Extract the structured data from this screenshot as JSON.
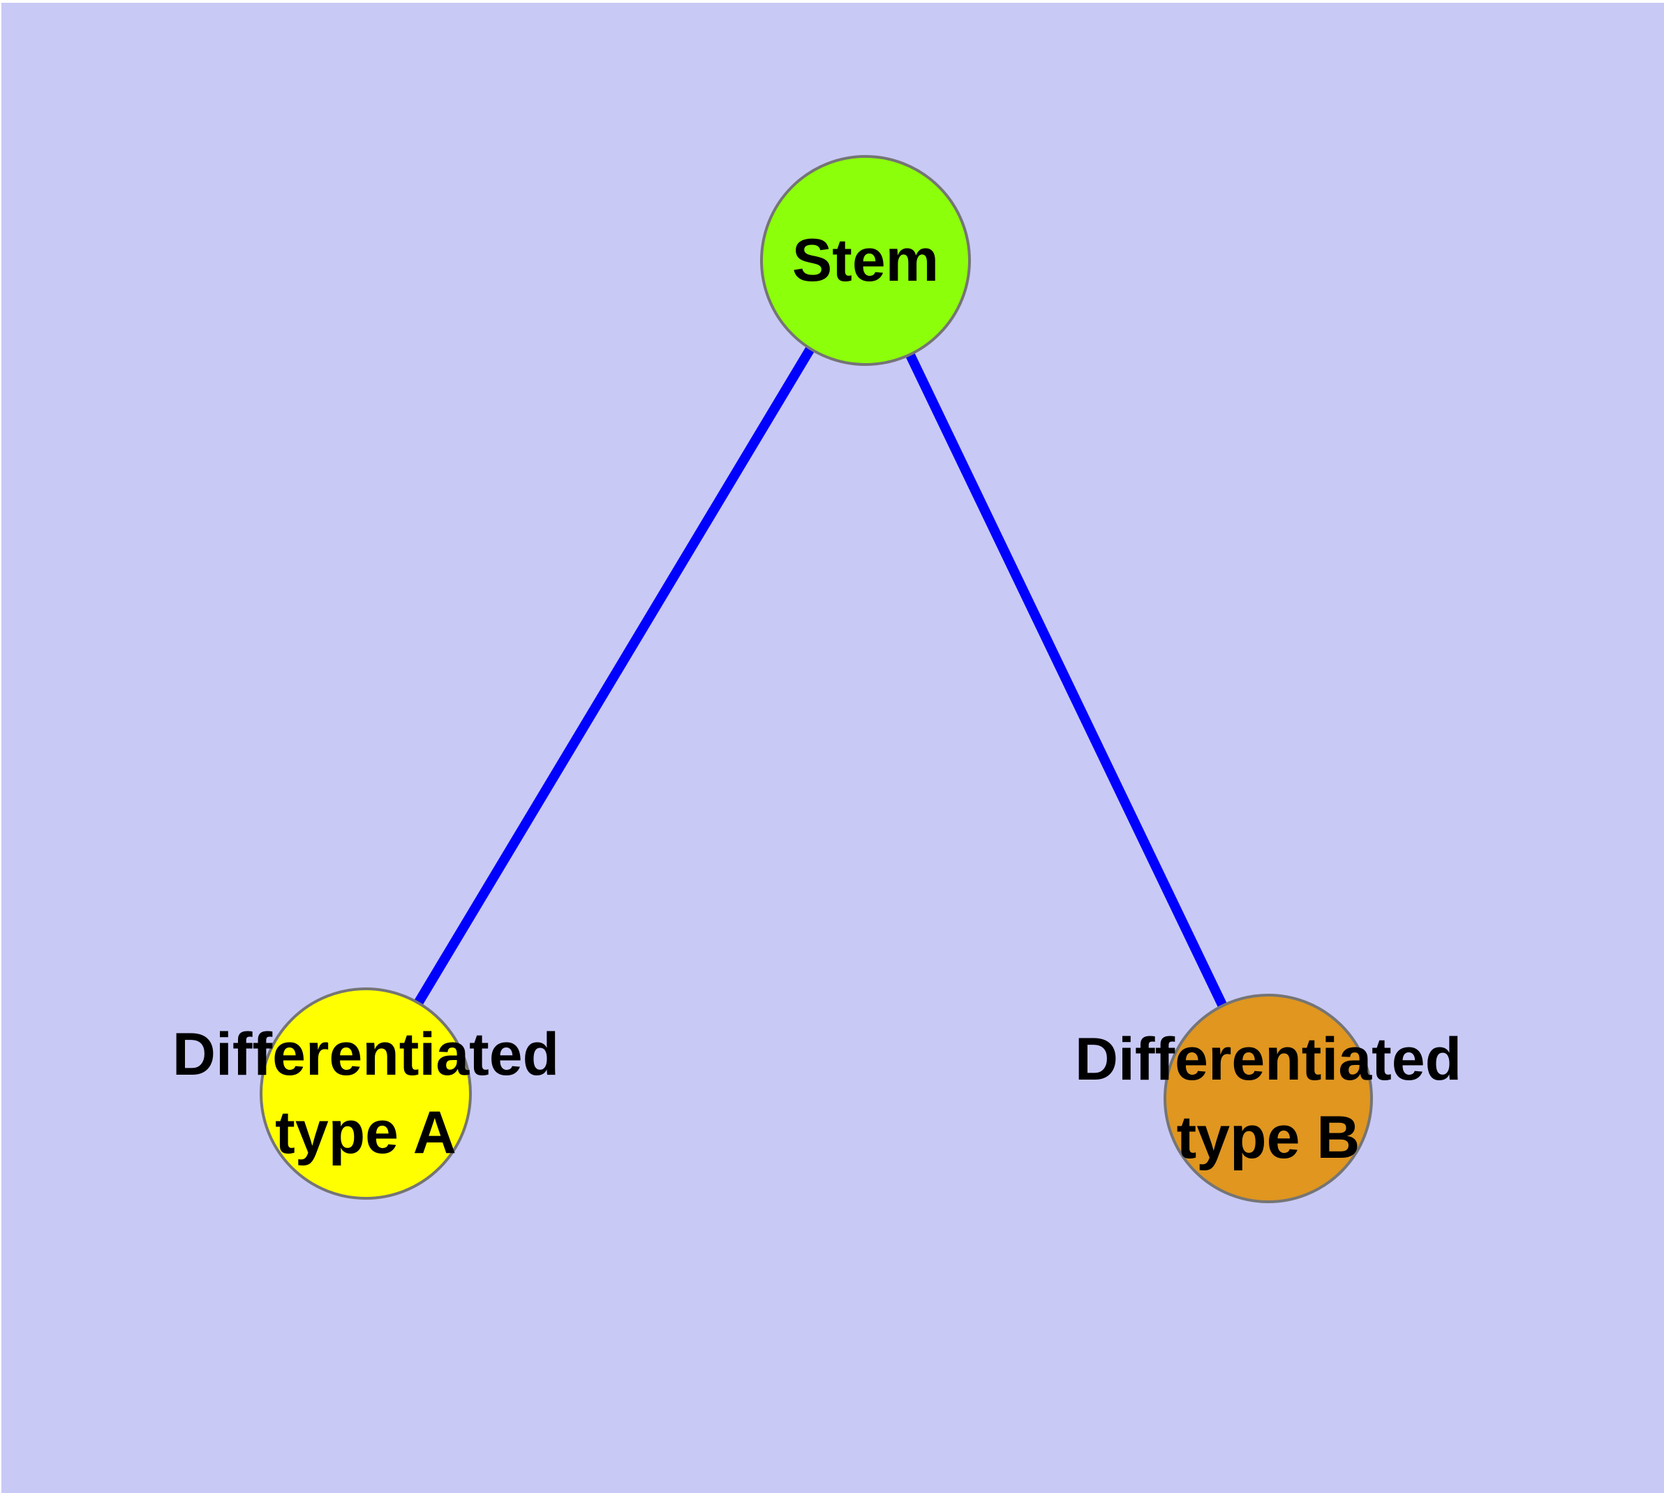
{
  "canvas": {
    "background": "#C9C9F6",
    "label_color": "#000000"
  },
  "edges": {
    "color": "#0000FF",
    "items": [
      {
        "from": "Stem",
        "to": "Differentiated type A"
      },
      {
        "from": "Stem",
        "to": "Differentiated type B"
      }
    ]
  },
  "nodes": {
    "border_color": "#757575",
    "stem": {
      "label": "Stem",
      "fill": "#8CFF0A"
    },
    "type_a": {
      "line1": "Differentiated",
      "line2": "type A",
      "fill": "#FFFF00"
    },
    "type_b": {
      "line1": "Differentiated",
      "line2": "type B",
      "fill": "#E0961F"
    }
  }
}
